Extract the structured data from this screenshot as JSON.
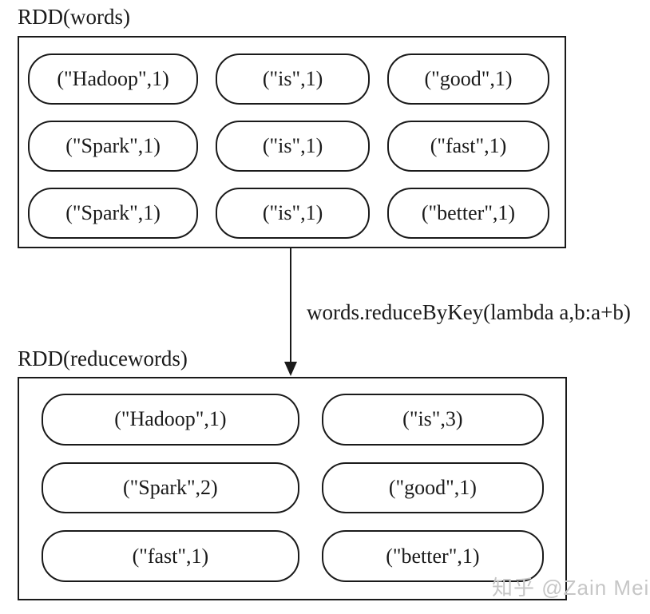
{
  "colors": {
    "stroke": "#1a1a1a",
    "background": "#ffffff",
    "watermark": "#c6c6c6"
  },
  "labels": {
    "words_rdd": "RDD(words)",
    "transform": "words.reduceByKey(lambda a,b:a+b)",
    "reducewords_rdd": "RDD(reducewords)"
  },
  "rdd_words": {
    "cells": [
      "(\"Hadoop\",1)",
      "(\"is\",1)",
      "(\"good\",1)",
      "(\"Spark\",1)",
      "(\"is\",1)",
      "(\"fast\",1)",
      "(\"Spark\",1)",
      "(\"is\",1)",
      "(\"better\",1)"
    ]
  },
  "rdd_reducewords": {
    "cells": [
      "(\"Hadoop\",1)",
      "(\"is\",3)",
      "(\"Spark\",2)",
      "(\"good\",1)",
      "(\"fast\",1)",
      "(\"better\",1)"
    ]
  },
  "watermark": {
    "text": "知乎 @Zain Mei"
  }
}
